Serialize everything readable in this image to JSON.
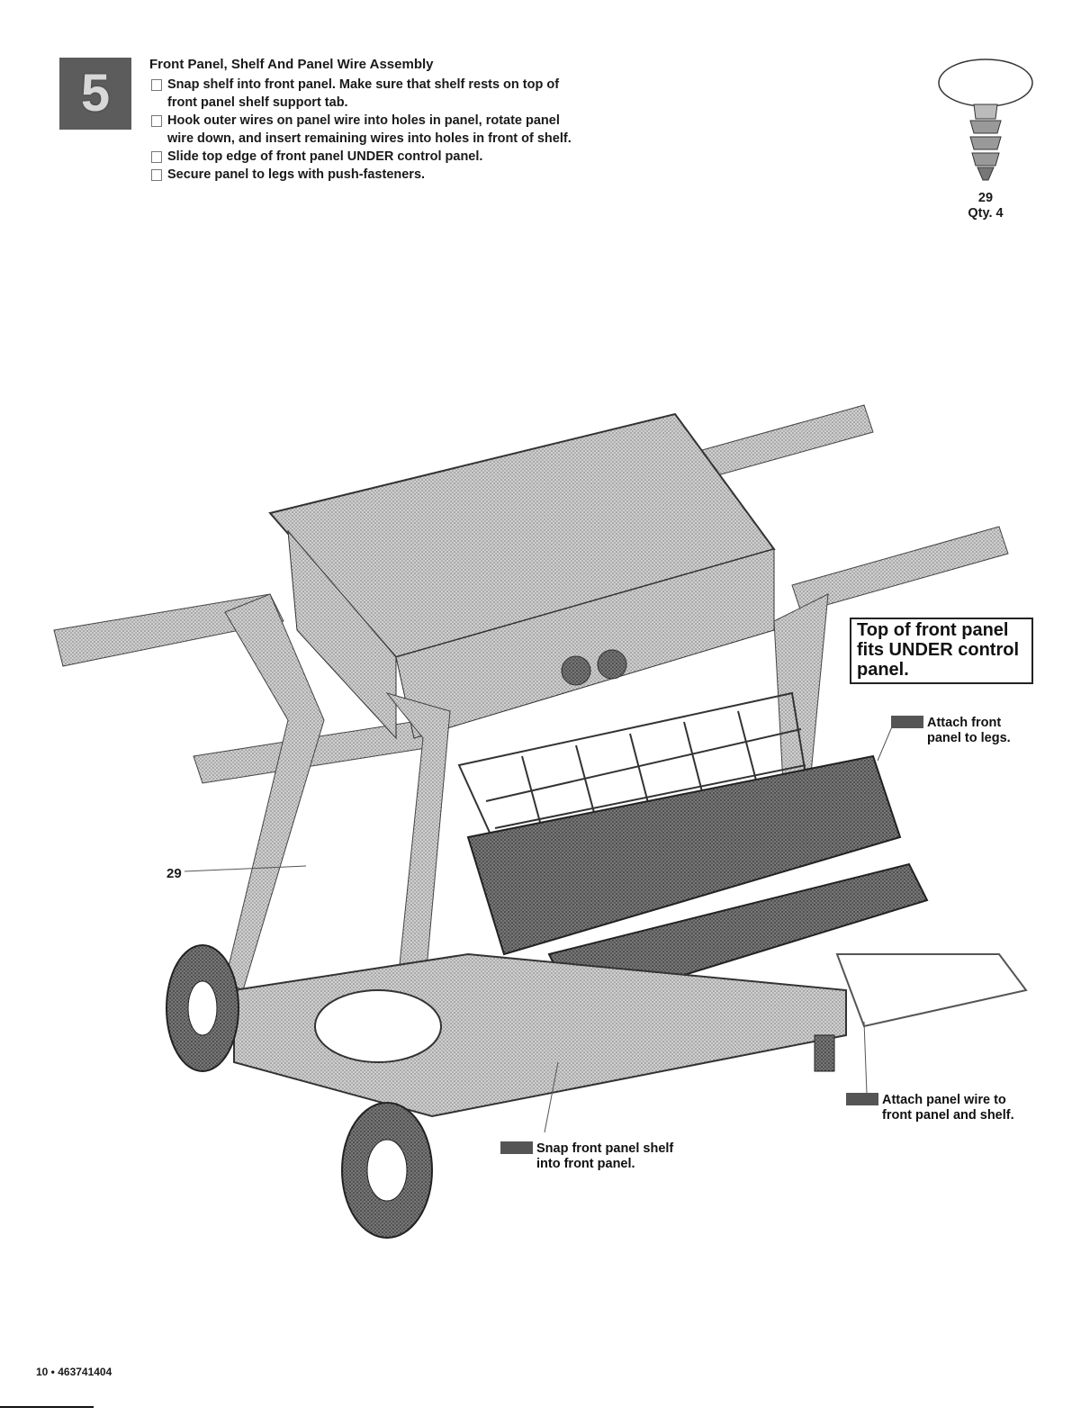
{
  "step": {
    "number": "5"
  },
  "instructions": {
    "title": "Front Panel, Shelf And Panel Wire Assembly",
    "steps": [
      "Snap shelf into front panel. Make sure that shelf rests on top of front panel shelf support tab.",
      "Hook outer wires on panel wire into holes in panel, rotate panel wire down, and insert remaining wires into holes in front of shelf.",
      "Slide top edge of front panel UNDER control panel.",
      "Secure panel to legs with push-fasteners."
    ]
  },
  "part": {
    "number": "29",
    "quantity": "Qty. 4"
  },
  "callouts": {
    "box_lines": [
      "Top of front panel",
      "fits UNDER control",
      "panel."
    ],
    "attach_front": [
      "Attach front",
      "panel to legs."
    ],
    "attach_wire": [
      "Attach panel wire to",
      "front panel and shelf."
    ],
    "snap_shelf": [
      "Snap front panel shelf",
      "into front panel."
    ],
    "part_label": "29"
  },
  "footer": {
    "page_ref": "10 • 463741404"
  }
}
